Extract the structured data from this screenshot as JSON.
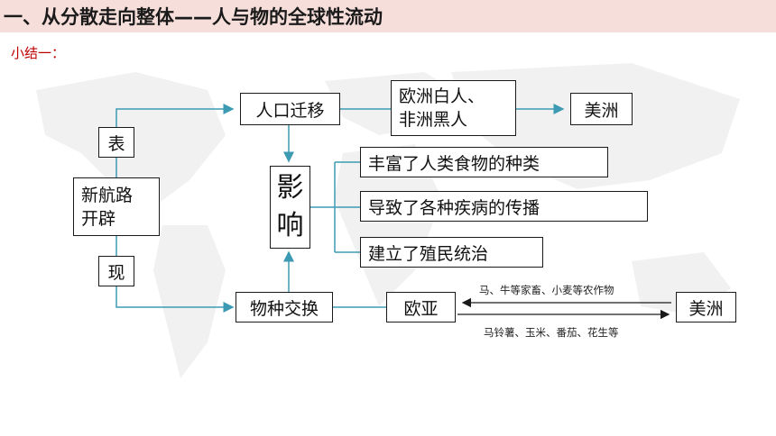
{
  "title": "一、从分散走向整体——人与物的全球性流动",
  "subtitle": "小结一：",
  "colors": {
    "title_bg": "#f6dfdb",
    "subtitle": "#c00000",
    "connector": "#3c9bb3"
  },
  "boxes": {
    "biao": "表",
    "xianghanglu": "新航路\n开辟",
    "xian": "现",
    "renkou": "人口迁移",
    "ouzhou": "欧洲白人、\n非洲黑人",
    "meizhou_top": "美洲",
    "ying": "影",
    "xiang": "响",
    "effect1": "丰富了人类食物的种类",
    "effect2": "导致了各种疾病的传播",
    "effect3": "建立了殖民统治",
    "wuzhong": "物种交换",
    "ouya": "欧亚",
    "meizhou_bottom": "美洲"
  },
  "labels": {
    "to_eurasia": "马、牛等家畜、小麦等农作物",
    "to_americas": "马铃薯、玉米、番茄、花生等"
  }
}
